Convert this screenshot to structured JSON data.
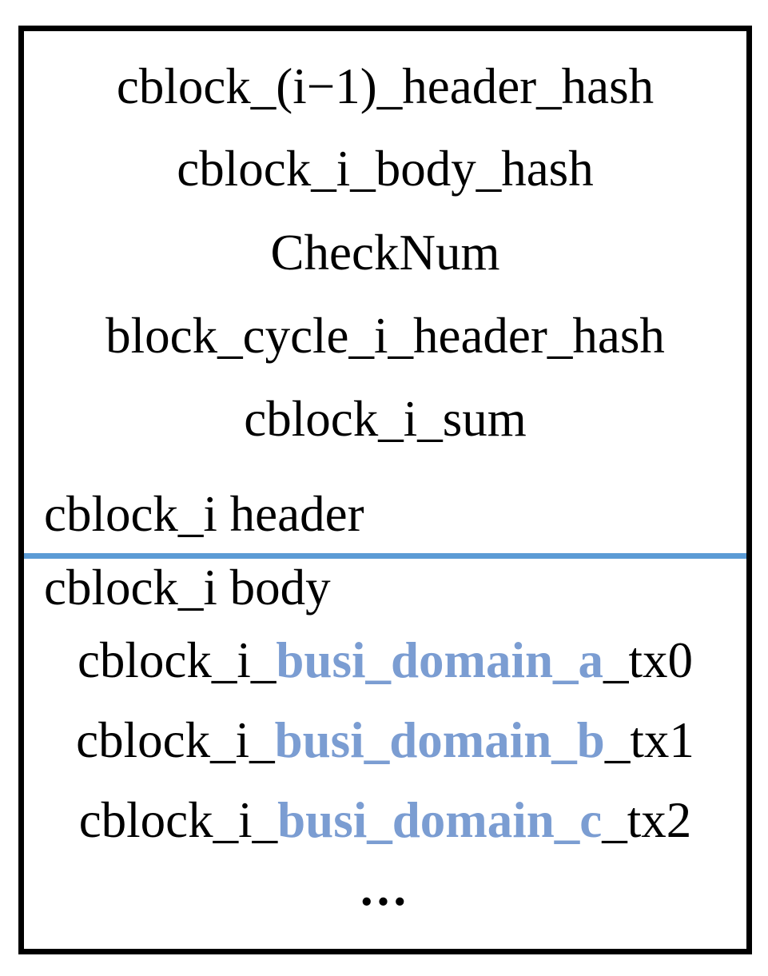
{
  "colors": {
    "background": "#FFFFFF",
    "border": "#000000",
    "text": "#000000",
    "divider": "#5B9BD5",
    "domain_text": "#7B9DD2"
  },
  "block": {
    "header": {
      "fields": [
        "cblock_(i−1)_header_hash",
        "cblock_i_body_hash",
        "CheckNum",
        "block_cycle_i_header_hash",
        "cblock_i_sum"
      ],
      "label": "cblock_i header"
    },
    "body": {
      "label": "cblock_i body",
      "tx_rows": [
        {
          "prefix": "cblock_i_",
          "domain": "busi_domain_a",
          "suffix": "_tx0"
        },
        {
          "prefix": "cblock_i_",
          "domain": "busi_domain_b",
          "suffix": "_tx1"
        },
        {
          "prefix": "cblock_i_",
          "domain": "busi_domain_c",
          "suffix": "_tx2"
        }
      ],
      "ellipsis": "..."
    }
  }
}
